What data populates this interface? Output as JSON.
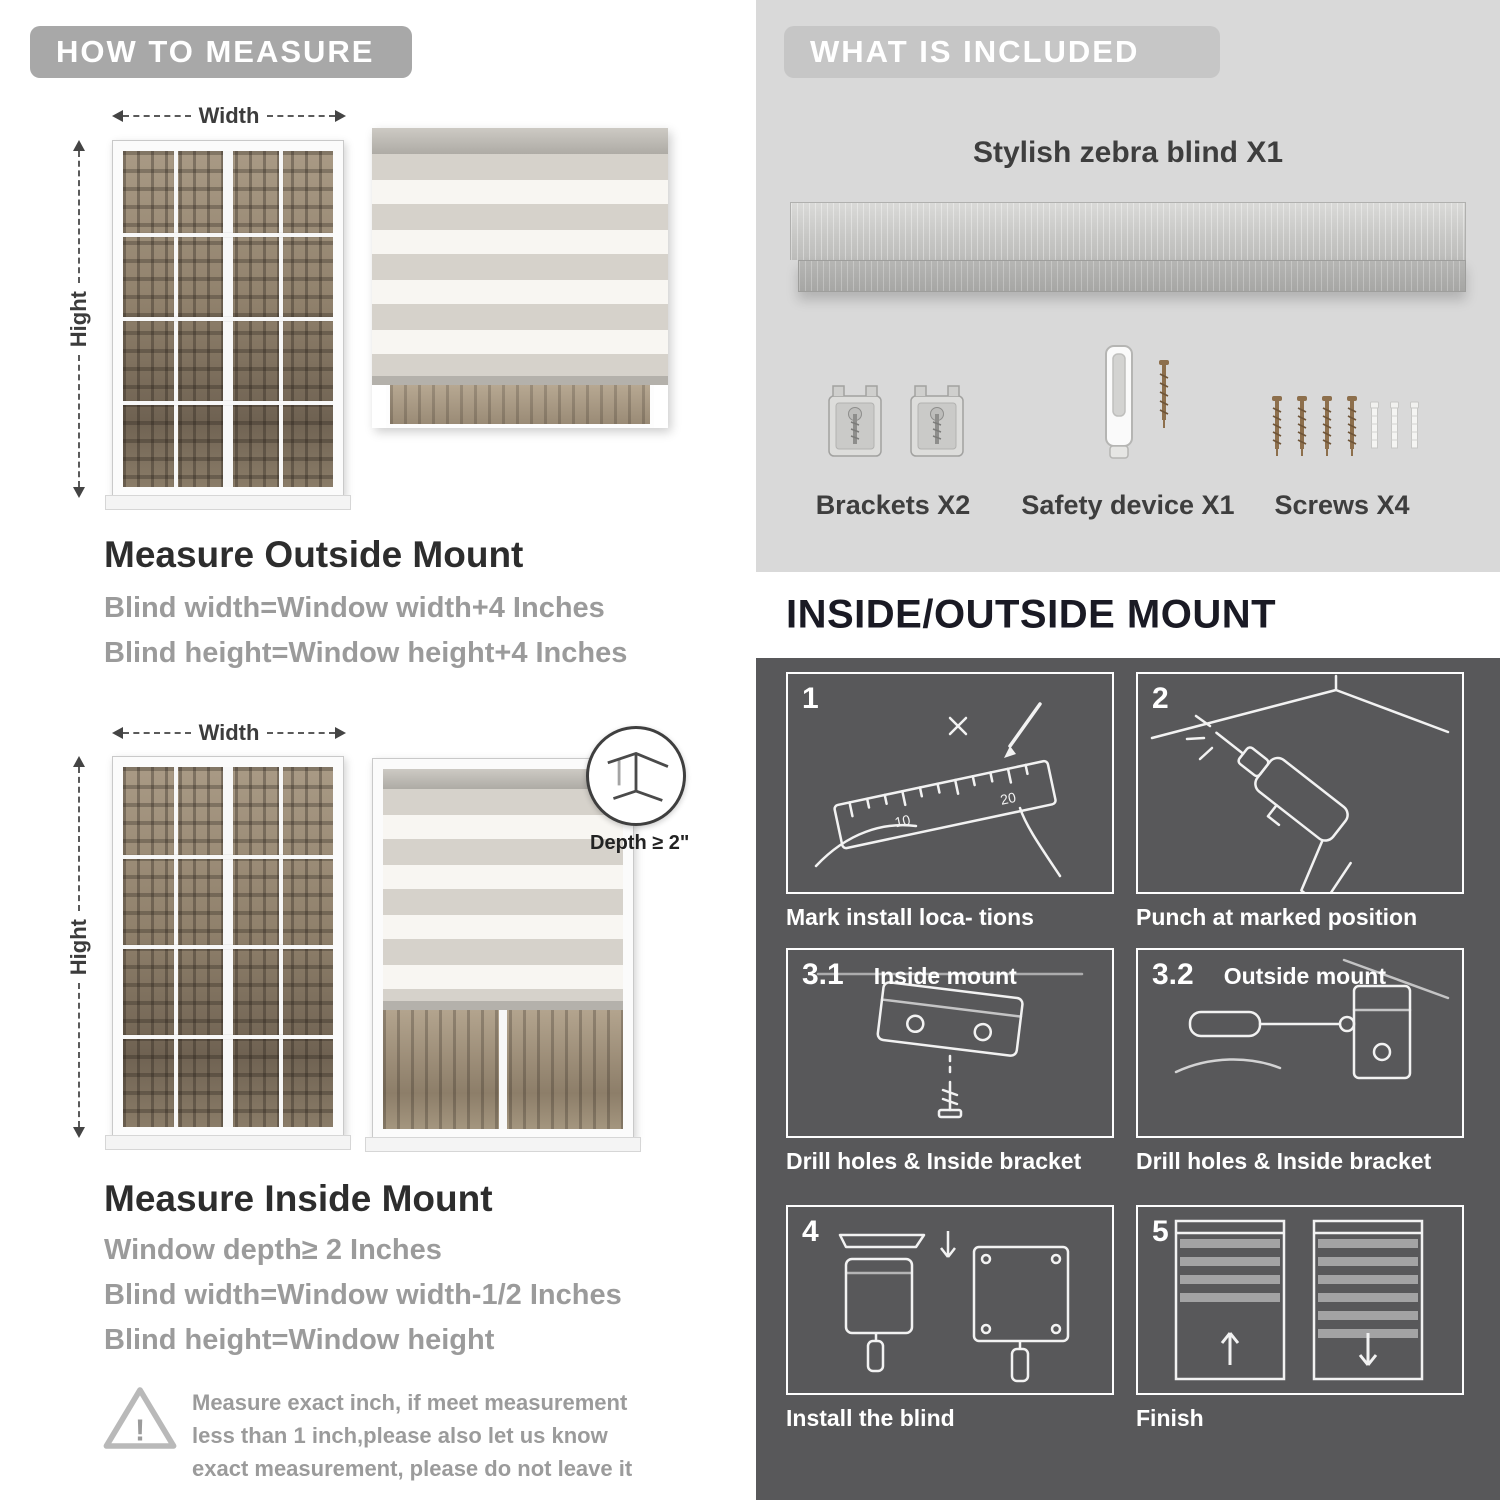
{
  "colors": {
    "left_badge": "#a8a8a8",
    "included_badge": "#c6c6c6",
    "light_section_bg": "#d9d9d9",
    "dark_section_bg": "#58585a",
    "heading_text": "#2d2d2d",
    "body_gray_text": "#9b9b9b"
  },
  "how_to_measure": {
    "header": "HOW TO MEASURE",
    "width_label": "Width",
    "height_label": "Hight",
    "outside": {
      "title": "Measure Outside Mount",
      "lines": [
        "Blind width=Window width+4 Inches",
        "Blind height=Window height+4 Inches"
      ]
    },
    "inside": {
      "title": "Measure Inside Mount",
      "depth_callout": "Depth ≥ 2\"",
      "lines": [
        "Window depth≥ 2 Inches",
        "Blind width=Window width-1/2 Inches",
        "Blind height=Window height"
      ]
    },
    "warning_icon": "!",
    "warning": "Measure exact inch, if meet measurement less than 1 inch,please also let us know exact measurement, please do not leave it"
  },
  "included": {
    "header": "WHAT IS INCLUDED",
    "blind_label": "Stylish zebra blind X1",
    "items": [
      {
        "name": "brackets",
        "label": "Brackets X2"
      },
      {
        "name": "safety-device",
        "label": "Safety device X1"
      },
      {
        "name": "screws",
        "label": "Screws X4"
      }
    ]
  },
  "mount_guide": {
    "header": "INSIDE/OUTSIDE MOUNT",
    "ruler_numbers": [
      "10",
      "20"
    ],
    "steps": [
      {
        "num": "1",
        "sub": "",
        "caption": "Mark install loca- tions"
      },
      {
        "num": "2",
        "sub": "",
        "caption": "Punch at  marked position"
      },
      {
        "num": "3.1",
        "sub": "Inside mount",
        "caption": "Drill holes &  Inside bracket"
      },
      {
        "num": "3.2",
        "sub": "Outside mount",
        "caption": "Drill holes &  Inside bracket"
      },
      {
        "num": "4",
        "sub": "",
        "caption": "Install the blind"
      },
      {
        "num": "5",
        "sub": "",
        "caption": "Finish"
      }
    ]
  }
}
